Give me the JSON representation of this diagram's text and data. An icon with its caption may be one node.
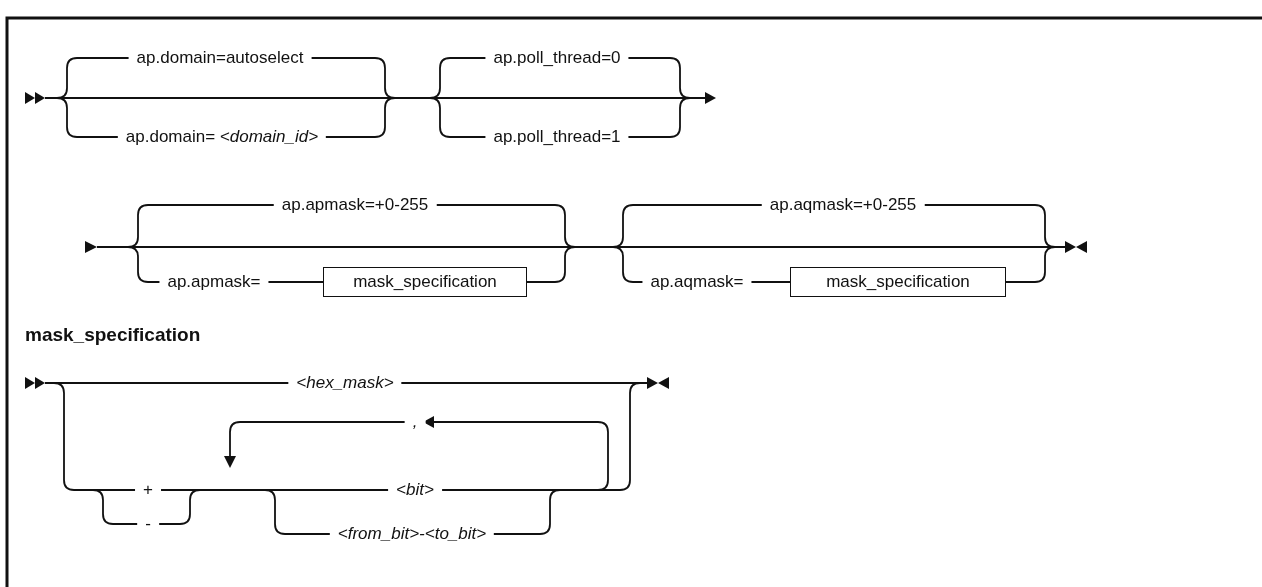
{
  "diagram": {
    "nodes": [
      {
        "text": [
          "mask_specification"
        ]
      },
      {
        "text": [
          "mask_specification"
        ]
      }
    ],
    "labels": [
      "ap.domain=autoselect",
      "ap.poll_thread=0",
      "ap.domain= *<domain_id>*",
      "ap.poll_thread=1",
      "ap.apmask=+0-255",
      "ap.aqmask=+0-255",
      "ap.apmask=",
      "ap.aqmask=",
      "mask_specification",
      "<hex_mask>",
      ",",
      "+",
      "<bit>",
      "-",
      "<from_bit>-<to_bit>"
    ]
  }
}
